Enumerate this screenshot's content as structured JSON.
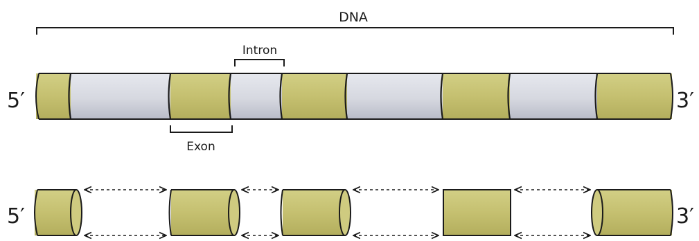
{
  "labels": {
    "dna": "DNA",
    "intron": "Intron",
    "exon": "Exon",
    "five_prime_top": "5′",
    "three_prime_top": "3′",
    "five_prime_bottom": "5′",
    "three_prime_bottom": "3′"
  },
  "colors": {
    "exon": "#c4c070",
    "intron": "#d9dbe3",
    "outline": "#1a1a1a"
  }
}
